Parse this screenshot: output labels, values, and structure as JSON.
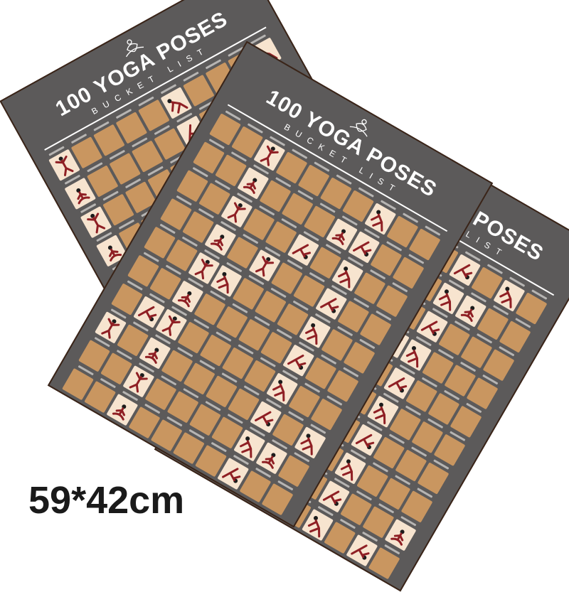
{
  "posters": [
    {
      "id": "left",
      "title": "100 YOGA POSES",
      "subtitle": "BUCKET LIST"
    },
    {
      "id": "right",
      "title": "100 YOGA POSES",
      "subtitle": "BUCKET LIST"
    },
    {
      "id": "front",
      "title": "100 YOGA POSES",
      "subtitle": "BUCKET LIST"
    }
  ],
  "size_label": "59*42cm",
  "colors": {
    "poster_background": "#5c5a5a",
    "scratch_tile": "#c99660",
    "revealed_tile": "#f7e4cf",
    "figure": "#8f1f24",
    "skin": "#d9a77e",
    "hair": "#1c1c1c",
    "label_text": "#1a1a1a"
  },
  "icons": {
    "header": "lotus-meditation-icon",
    "revealed_tile": "yoga-figure-icon"
  }
}
